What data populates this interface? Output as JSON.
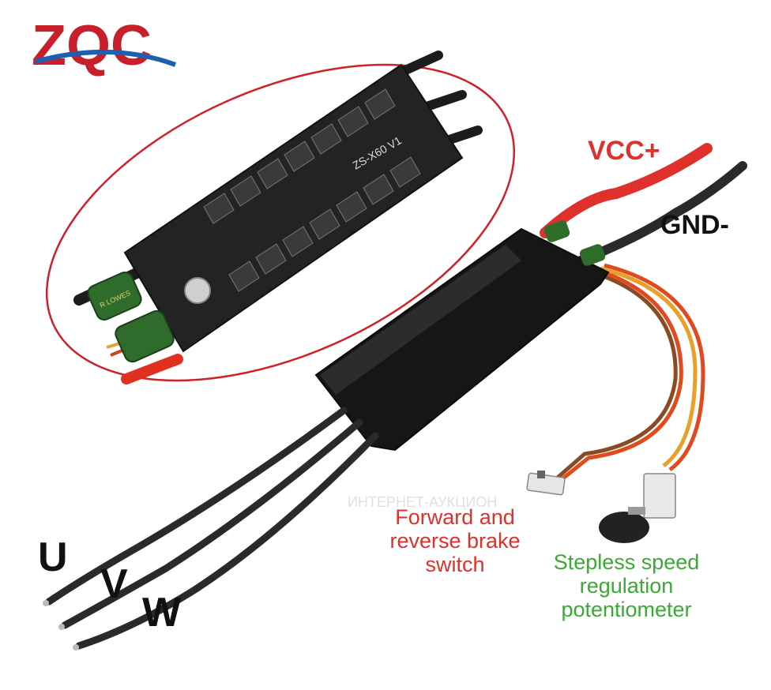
{
  "brand": {
    "logo_text": "ZQC",
    "colors": {
      "red": "#c8202a",
      "blue": "#1e5fb0"
    }
  },
  "board": {
    "silkscreen": "ZS-X60 V1",
    "capacitor_print": "R LOWES"
  },
  "labels": {
    "vcc": "VCC+",
    "gnd": "GND-",
    "u": "U",
    "v": "V",
    "w": "W",
    "switch_lines": [
      "Forward and",
      "reverse brake",
      "switch"
    ],
    "pot_lines": [
      "Stepless speed",
      "regulation",
      "potentiometer"
    ]
  },
  "label_colors": {
    "vcc": "#e0302b",
    "gnd": "#111111",
    "uvw": "#111111",
    "switch": "#e0302b",
    "pot": "#3aaa35"
  },
  "watermark": {
    "text": "ИНТЕРНЕТ-АУКЦИОН"
  }
}
